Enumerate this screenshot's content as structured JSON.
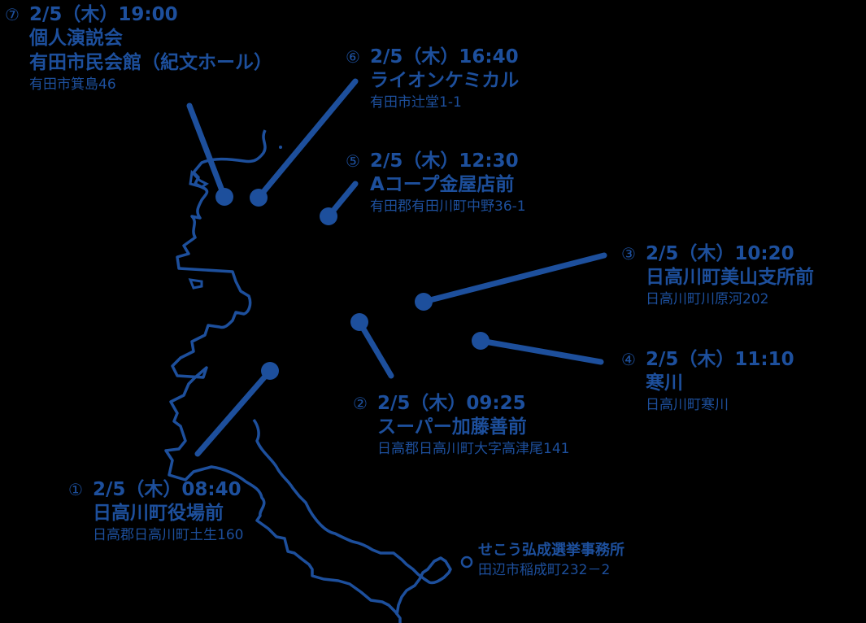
{
  "colors": {
    "accent": "#1d4f9c",
    "background": "#000000"
  },
  "stops": [
    {
      "num": "①",
      "datetime": "2/5（木）08:40",
      "name": "日高川町役場前",
      "address": "日高郡日高川町土生160"
    },
    {
      "num": "②",
      "datetime": "2/5（木）09:25",
      "name": "スーパー加藤善前",
      "address": "日高郡日高川町大字高津尾141"
    },
    {
      "num": "③",
      "datetime": "2/5（木）10:20",
      "name": "日高川町美山支所前",
      "address": "日高川町川原河202"
    },
    {
      "num": "④",
      "datetime": "2/5（木）11:10",
      "name": "寒川",
      "address": "日高川町寒川"
    },
    {
      "num": "⑤",
      "datetime": "2/5（木）12:30",
      "name": "Aコープ金屋店前",
      "address": "有田郡有田川町中野36-1"
    },
    {
      "num": "⑥",
      "datetime": "2/5（木）16:40",
      "name": "ライオンケミカル",
      "address": "有田市辻堂1-1"
    },
    {
      "num": "⑦",
      "datetime": "2/5（木）19:00",
      "name": "個人演説会",
      "name2": "有田市民会館（紀文ホール）",
      "address": "有田市箕島46"
    }
  ],
  "office": {
    "name": "せこう弘成選挙事務所",
    "address": "田辺市稲成町232－2"
  }
}
